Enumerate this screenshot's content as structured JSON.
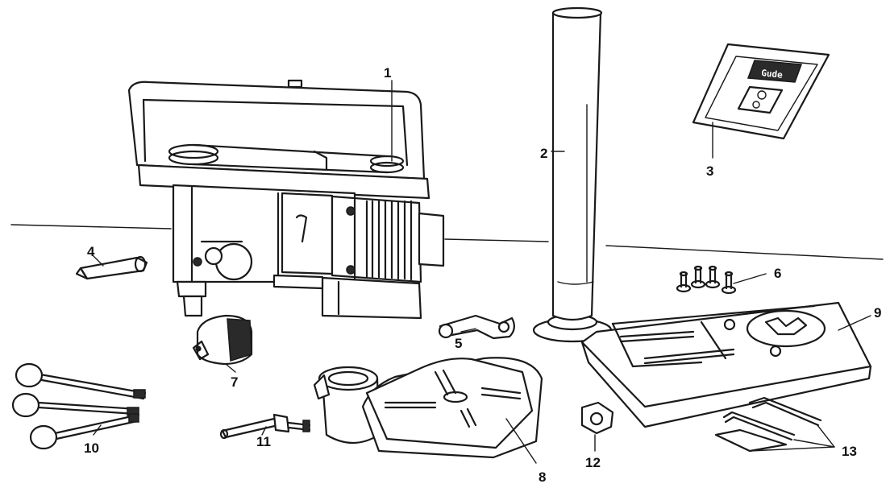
{
  "labels": [
    {
      "id": "1",
      "text": "1",
      "part": "drill-head"
    },
    {
      "id": "2",
      "text": "2",
      "part": "column"
    },
    {
      "id": "3",
      "text": "3",
      "part": "manual"
    },
    {
      "id": "4",
      "text": "4",
      "part": "chuck-arbor"
    },
    {
      "id": "5",
      "text": "5",
      "part": "feed-handle-hub"
    },
    {
      "id": "6",
      "text": "6",
      "part": "bolts"
    },
    {
      "id": "7",
      "text": "7",
      "part": "chuck"
    },
    {
      "id": "8",
      "text": "8",
      "part": "work-table"
    },
    {
      "id": "9",
      "text": "9",
      "part": "base"
    },
    {
      "id": "10",
      "text": "10",
      "part": "feed-handles"
    },
    {
      "id": "11",
      "text": "11",
      "part": "table-lock-handle"
    },
    {
      "id": "12",
      "text": "12",
      "part": "nut"
    },
    {
      "id": "13",
      "text": "13",
      "part": "hex-keys-and-wedge"
    }
  ],
  "manual": {
    "cover_text": "Gude"
  }
}
